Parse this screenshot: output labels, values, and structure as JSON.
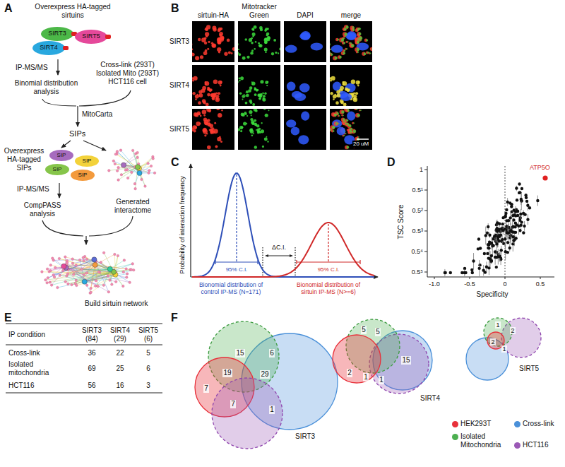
{
  "diagram": {
    "nodes": [
      {
        "text": [
          "SIRT3"
        ]
      },
      {
        "text": [
          "SIRT5"
        ]
      },
      {
        "text": [
          "SIRT4"
        ]
      },
      {
        "text": [
          "SIP"
        ]
      },
      {
        "text": [
          "SIP"
        ]
      },
      {
        "text": [
          "SIP"
        ]
      },
      {
        "text": [
          "SIP"
        ]
      }
    ],
    "labels": [
      "A",
      "Overexpress HA-tagged sirtuins",
      "IP-MS/MS",
      "Binomial distribution analysis",
      "Cross-link (293T) Isolated Mito (293T) HCT116 cell",
      "MitoCarta",
      "SIPs",
      "Overexpress HA-tagged SIPs",
      "IP-MS/MS",
      "CompPASS analysis",
      "Generated interactome",
      "Build sirtuin network",
      "B",
      "sirtuin-HA",
      "Mitotracker Green",
      "DAPI",
      "merge",
      "SIRT3",
      "SIRT4",
      "SIRT5",
      "20 uM",
      "C",
      "Probability of interaction frequency",
      "95% C.I.",
      "ΔC.I.",
      "95% C.I.",
      "Bionomial distribution of control IP-MS (N=171)",
      "Bionomial distribution of sirtuin IP-MS (N>=6)",
      "D",
      "TSC Score",
      "1",
      "0.5¹",
      "0.5²",
      "0.5³",
      "0.5⁴",
      "0.5⁵",
      "-1.0",
      "-0.5",
      "0",
      "0.5",
      "Specificity",
      "ATP5O",
      "E",
      "IP condition",
      "SIRT3 (84)",
      "SIRT4 (29)",
      "SIRT5 (6)",
      "Cross-link",
      "36",
      "22",
      "5",
      "Isolated mitochondria",
      "69",
      "25",
      "6",
      "HCT116",
      "56",
      "16",
      "3",
      "F",
      "15",
      "6",
      "7",
      "19",
      "29",
      "7",
      "1",
      "SIRT3",
      "5",
      "5",
      "15",
      "2",
      "1",
      "1",
      "SIRT4",
      "1",
      "2",
      "2",
      "1",
      "SIRT5"
    ],
    "legend": [
      {
        "text": "HEK293T",
        "color": "#e8303a"
      },
      {
        "text": "Cross-link",
        "color": "#4a90d9"
      },
      {
        "text": "Isolated Mitochondria",
        "color": "#4caf50"
      },
      {
        "text": "HCT116",
        "color": "#9b59b6"
      }
    ]
  }
}
